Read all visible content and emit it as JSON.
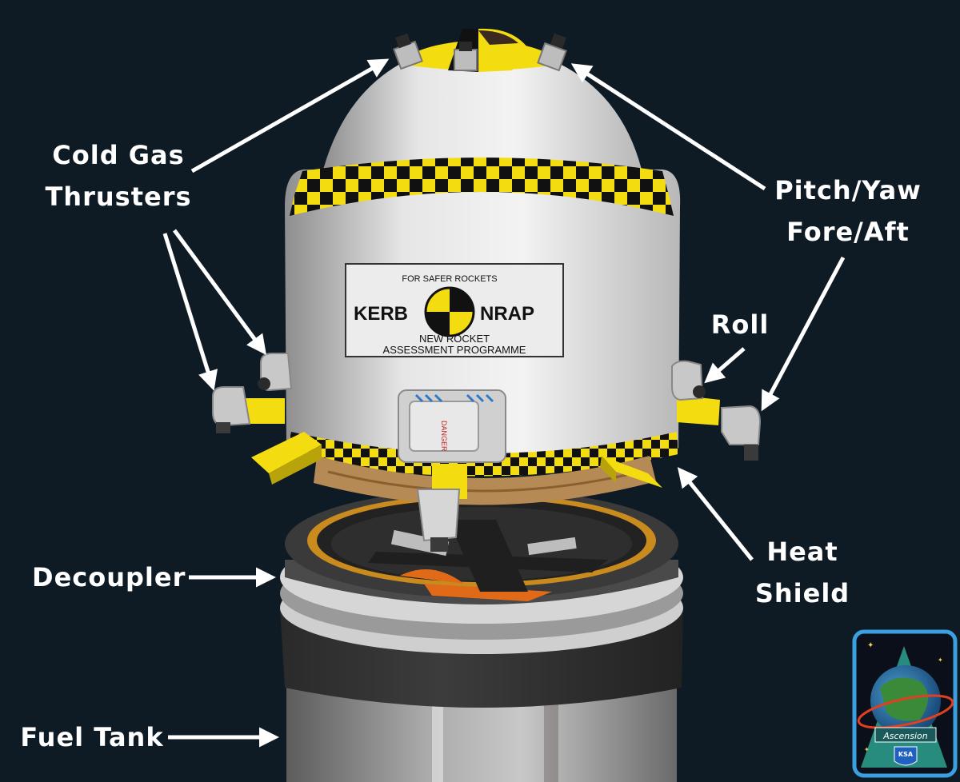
{
  "colors": {
    "background": "#0e1a24",
    "hull": "#dcdcdc",
    "accent": "#f3dc10",
    "checker_dark": "#111111",
    "label": "#ffffff",
    "decoupler": "#3a3a3a",
    "heat_shield": "#b68a55",
    "badge_border": "#3aa0e0"
  },
  "labels": {
    "cold_gas": {
      "line1": "Cold Gas",
      "line2": "Thrusters"
    },
    "pitch_yaw": {
      "line1": "Pitch/Yaw",
      "line2": "Fore/Aft"
    },
    "roll": "Roll",
    "heat_shield": {
      "line1": "Heat",
      "line2": "Shield"
    },
    "decoupler": "Decoupler",
    "fuel_tank": "Fuel Tank"
  },
  "placard": {
    "left": "KERB",
    "right": "NRAP",
    "arc": "FOR SAFER ROCKETS",
    "line1": "NEW ROCKET",
    "line2": "ASSESSMENT PROGRAMME"
  },
  "warning_tag": "DANGER",
  "badge": {
    "banner": "Ascension",
    "shield": "KSA"
  }
}
